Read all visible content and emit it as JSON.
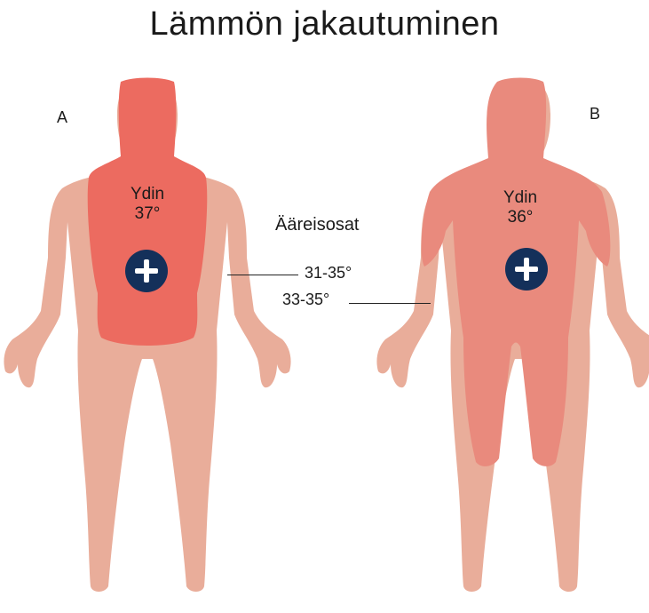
{
  "title": "Lämmön jakautuminen",
  "figure_a": {
    "letter": "A",
    "core_label": "Ydin",
    "core_temp": "37°"
  },
  "figure_b": {
    "letter": "B",
    "core_label": "Ydin",
    "core_temp": "36°"
  },
  "periphery": {
    "label": "Ääreisosat",
    "temp_a": "31-35°",
    "temp_b": "33-35°"
  },
  "colors": {
    "skin": "#e9ad9a",
    "core_a": "#ec6b60",
    "core_b": "#e98a7d",
    "badge": "#14305a"
  }
}
